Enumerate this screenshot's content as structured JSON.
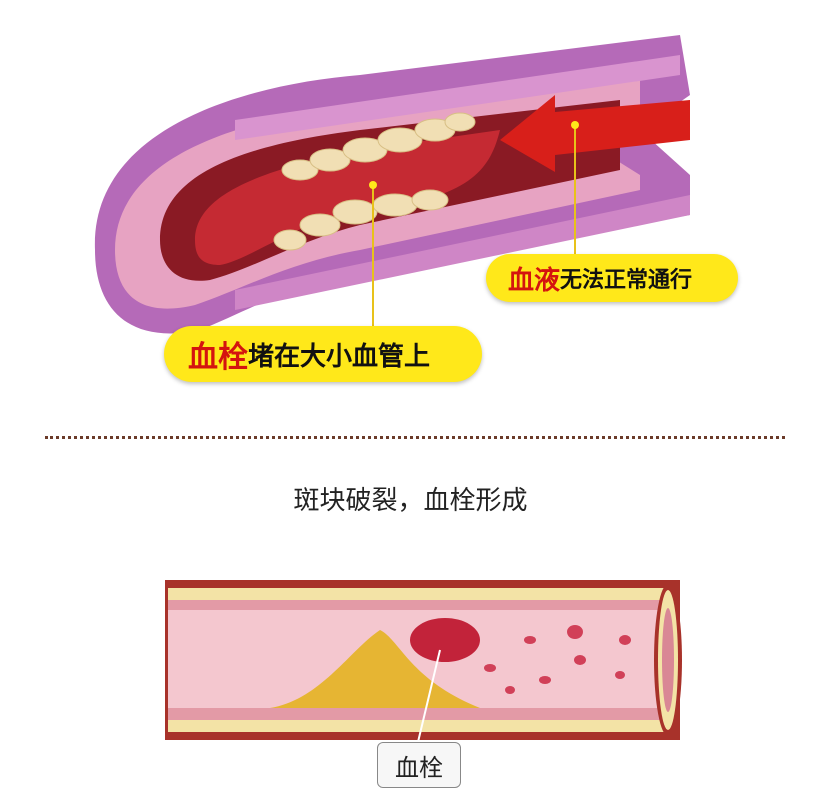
{
  "top_diagram": {
    "label_blood": {
      "highlight": "血液",
      "rest": "无法正常通行"
    },
    "label_clot": {
      "highlight": "血栓",
      "rest": "堵在大小血管上"
    }
  },
  "caption": "斑块破裂，血栓形成",
  "bottom_diagram": {
    "label_clot": "血栓"
  },
  "colors": {
    "label_bg": "#ffe81a",
    "highlight": "#d4140f",
    "wall": "#b56ab8"
  }
}
